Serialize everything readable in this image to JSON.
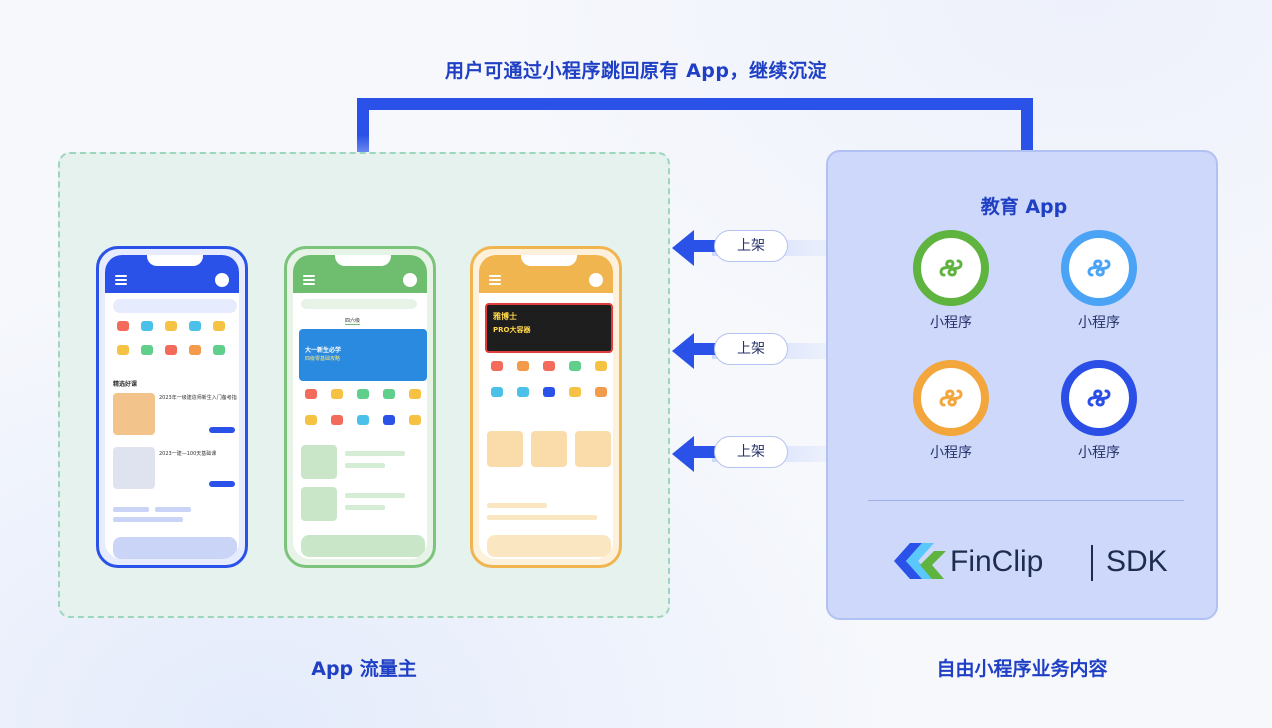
{
  "top_caption": "用户可通过小程序跳回原有 App，继续沉淀",
  "host": {
    "caption": "App 流量主",
    "phones": [
      {
        "name": "blue-phone",
        "color": "#2a52e8",
        "section_title": "精选好课",
        "ad_line1": "2023年一级建造师新生入门备考指",
        "ad_line2": "2023一建—100天基础课"
      },
      {
        "name": "green-phone",
        "color": "#7cc47c",
        "banner_line1": "大一新生必学",
        "banner_line2": "四级零基础攻略",
        "tab_active": "四六级"
      },
      {
        "name": "orange-phone",
        "color": "#f1b550",
        "banner_line1": "雅博士",
        "banner_line2": "PRO大容器"
      }
    ]
  },
  "shelves": [
    {
      "label": "上架"
    },
    {
      "label": "上架"
    },
    {
      "label": "上架"
    }
  ],
  "sdk": {
    "title": "教育 App",
    "miniprograms": [
      {
        "label": "小程序",
        "color": "#5fb33f",
        "icon": "miniprogram-icon"
      },
      {
        "label": "小程序",
        "color": "#4aa3f5",
        "icon": "miniprogram-icon"
      },
      {
        "label": "小程序",
        "color": "#f2a63b",
        "icon": "miniprogram-icon"
      },
      {
        "label": "小程序",
        "color": "#2a4ee6",
        "icon": "miniprogram-icon"
      }
    ],
    "brand": "FinClip",
    "brand_suffix": "SDK",
    "caption": "自由小程序业务内容"
  },
  "colors": {
    "accent": "#2a52e8",
    "caption": "#1f3fc4",
    "host_bg": "#e5f2ee",
    "sdk_bg": "#cdd8fb"
  }
}
